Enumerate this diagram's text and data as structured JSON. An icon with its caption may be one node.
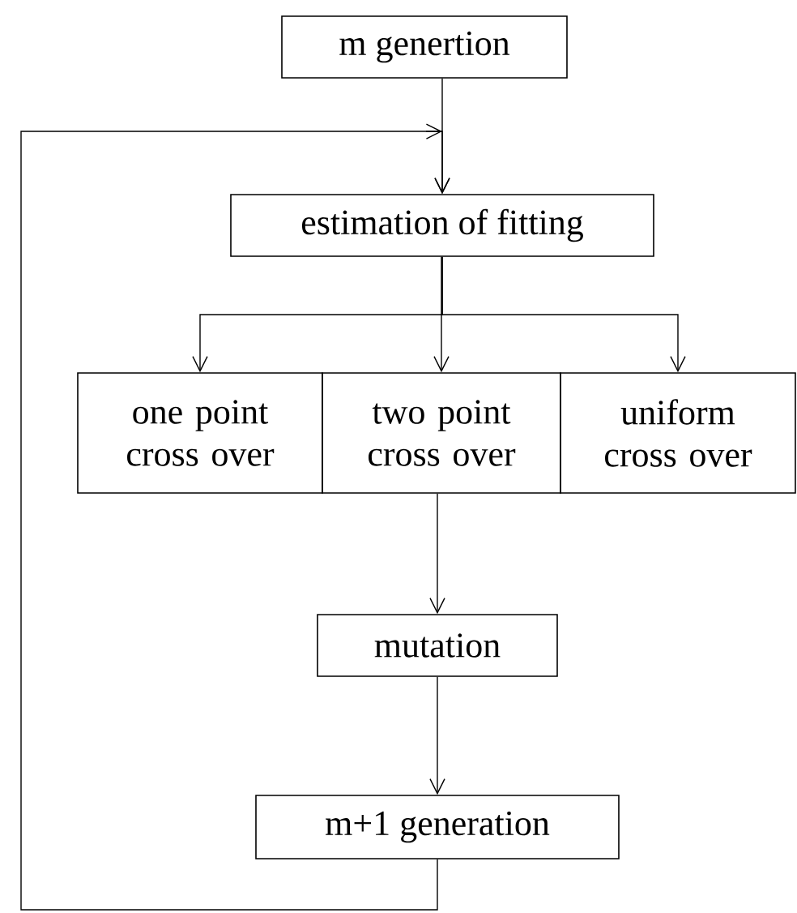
{
  "diagram": {
    "nodes": [
      {
        "text": [
          "m genertion"
        ]
      },
      {
        "text": [
          "estimation of fitting"
        ]
      },
      {
        "text": [
          "one point cross over"
        ]
      },
      {
        "text": [
          "two point cross over"
        ]
      },
      {
        "text": [
          "uniform cross over"
        ]
      },
      {
        "text": [
          "mutation"
        ]
      },
      {
        "text": [
          "m+1 generation"
        ]
      }
    ],
    "edges": [
      {
        "from": 0,
        "to": 1,
        "arrow": "to"
      },
      {
        "from": 1,
        "to": 2,
        "arrow": "to"
      },
      {
        "from": 1,
        "to": 3,
        "arrow": "to"
      },
      {
        "from": 1,
        "to": 4,
        "arrow": "to"
      },
      {
        "from": 3,
        "to": 5,
        "arrow": "to"
      },
      {
        "from": 5,
        "to": 6,
        "arrow": "to"
      },
      {
        "from": 6,
        "to": 1,
        "arrow": "to"
      }
    ]
  }
}
